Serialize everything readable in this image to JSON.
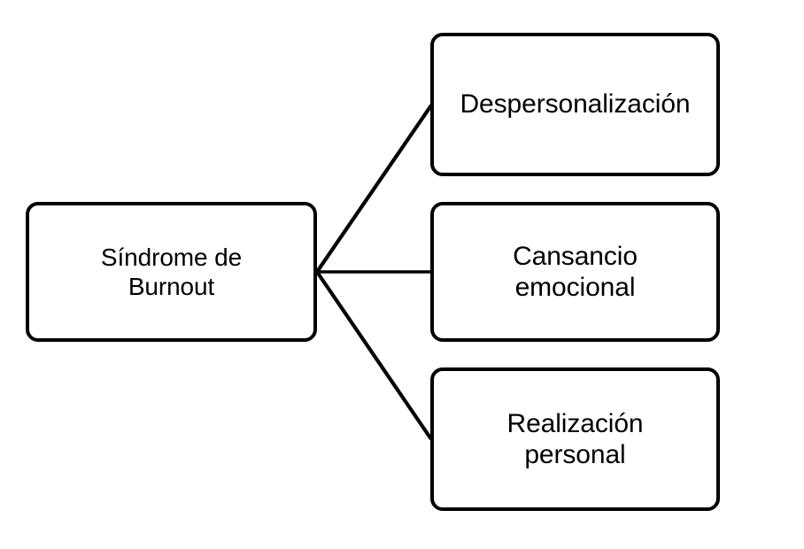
{
  "diagram": {
    "type": "tree",
    "orientation": "left-to-right",
    "background_color": "#ffffff",
    "stroke_color": "#000000",
    "text_color": "#000000",
    "root": {
      "id": "root",
      "label": "Síndrome de\nBurnout",
      "label_plain": "Síndrome de Burnout"
    },
    "branches": [
      {
        "id": "despersonalizacion",
        "label": "Despersonalización",
        "label_plain": "Despersonalización"
      },
      {
        "id": "cansancio",
        "label": "Cansancio\nemocional",
        "label_plain": "Cansancio emocional"
      },
      {
        "id": "realizacion",
        "label": "Realización\npersonal",
        "label_plain": "Realización personal"
      }
    ],
    "connectors": [
      {
        "id": "root-to-despersonalizacion",
        "from": "root",
        "to": "despersonalizacion",
        "style": "diagonal"
      },
      {
        "id": "root-to-cansancio",
        "from": "root",
        "to": "cansancio",
        "style": "horizontal"
      },
      {
        "id": "root-to-realizacion",
        "from": "root",
        "to": "realizacion",
        "style": "diagonal"
      }
    ]
  }
}
